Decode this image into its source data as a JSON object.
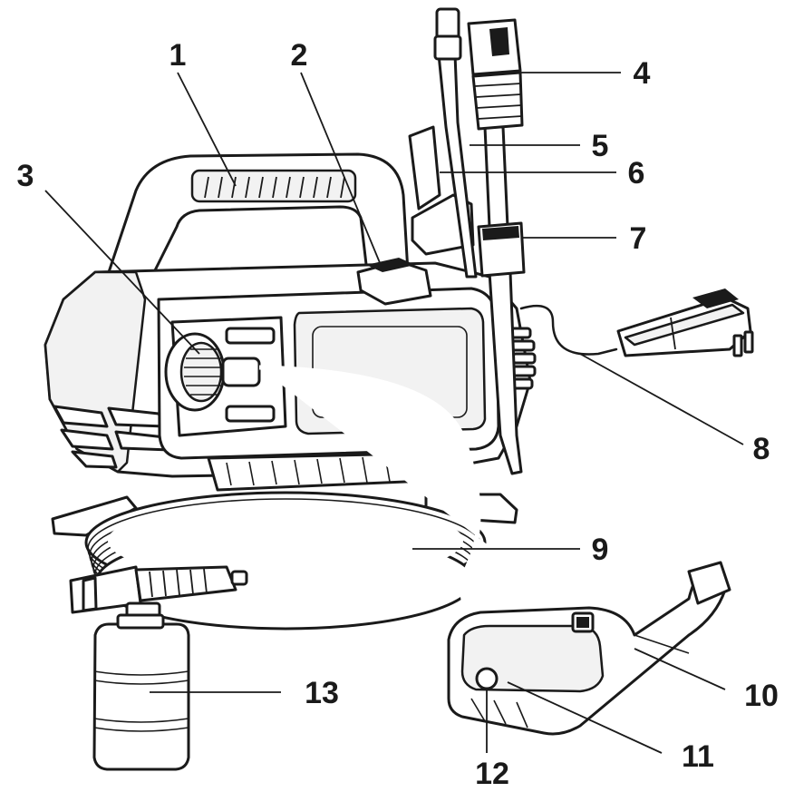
{
  "diagram": {
    "callouts": [
      {
        "id": "1",
        "text": "1"
      },
      {
        "id": "2",
        "text": "2"
      },
      {
        "id": "3",
        "text": "3"
      },
      {
        "id": "4",
        "text": "4"
      },
      {
        "id": "5",
        "text": "5"
      },
      {
        "id": "6",
        "text": "6"
      },
      {
        "id": "7",
        "text": "7"
      },
      {
        "id": "8",
        "text": "8"
      },
      {
        "id": "9",
        "text": "9"
      },
      {
        "id": "10",
        "text": "10"
      },
      {
        "id": "11",
        "text": "11"
      },
      {
        "id": "12",
        "text": "12"
      },
      {
        "id": "13",
        "text": "13"
      }
    ],
    "colors": {
      "ink": "#1a1a1a",
      "paper": "#ffffff"
    }
  }
}
